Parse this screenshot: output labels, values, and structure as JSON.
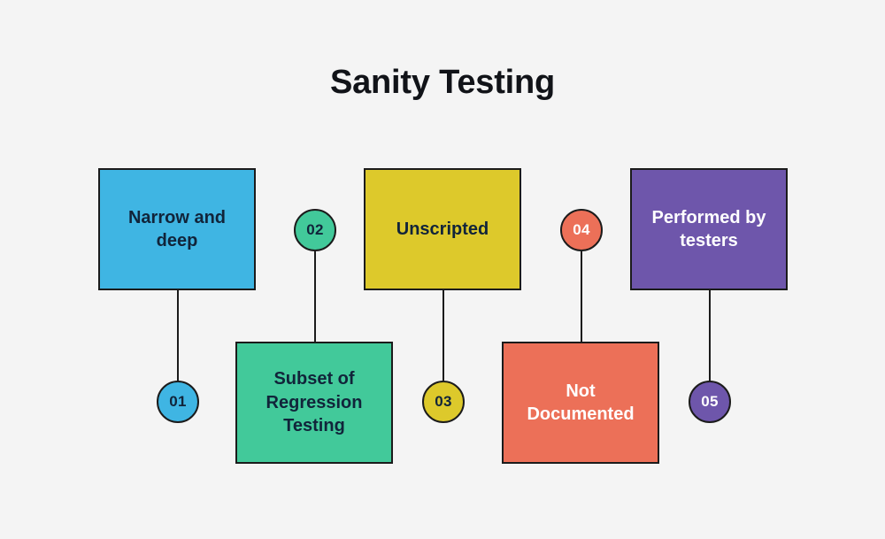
{
  "page": {
    "title": "Sanity Testing",
    "background_color": "#f4f4f4",
    "title_color": "#111318",
    "outline_color": "#1b1b1b"
  },
  "chart_data": {
    "type": "diagram",
    "title": "Sanity Testing",
    "layout": "alternating-zigzag-5-columns",
    "items": [
      {
        "number": "01",
        "label": "Narrow and deep",
        "color": "#3fb5e3",
        "text_color": "#11243a",
        "box_position": "top",
        "circle_position": "bottom"
      },
      {
        "number": "02",
        "label": "Subset of Regression Testing",
        "color": "#42c99a",
        "text_color": "#11243a",
        "box_position": "bottom",
        "circle_position": "top"
      },
      {
        "number": "03",
        "label": "Unscripted",
        "color": "#ddc92b",
        "text_color": "#11243a",
        "box_position": "top",
        "circle_position": "bottom"
      },
      {
        "number": "04",
        "label": "Not Documented",
        "color": "#ec7058",
        "text_color": "#ffffff",
        "box_position": "bottom",
        "circle_position": "top"
      },
      {
        "number": "05",
        "label": "Performed by testers",
        "color": "#6e56ab",
        "text_color": "#ffffff",
        "box_position": "top",
        "circle_position": "bottom"
      }
    ]
  }
}
